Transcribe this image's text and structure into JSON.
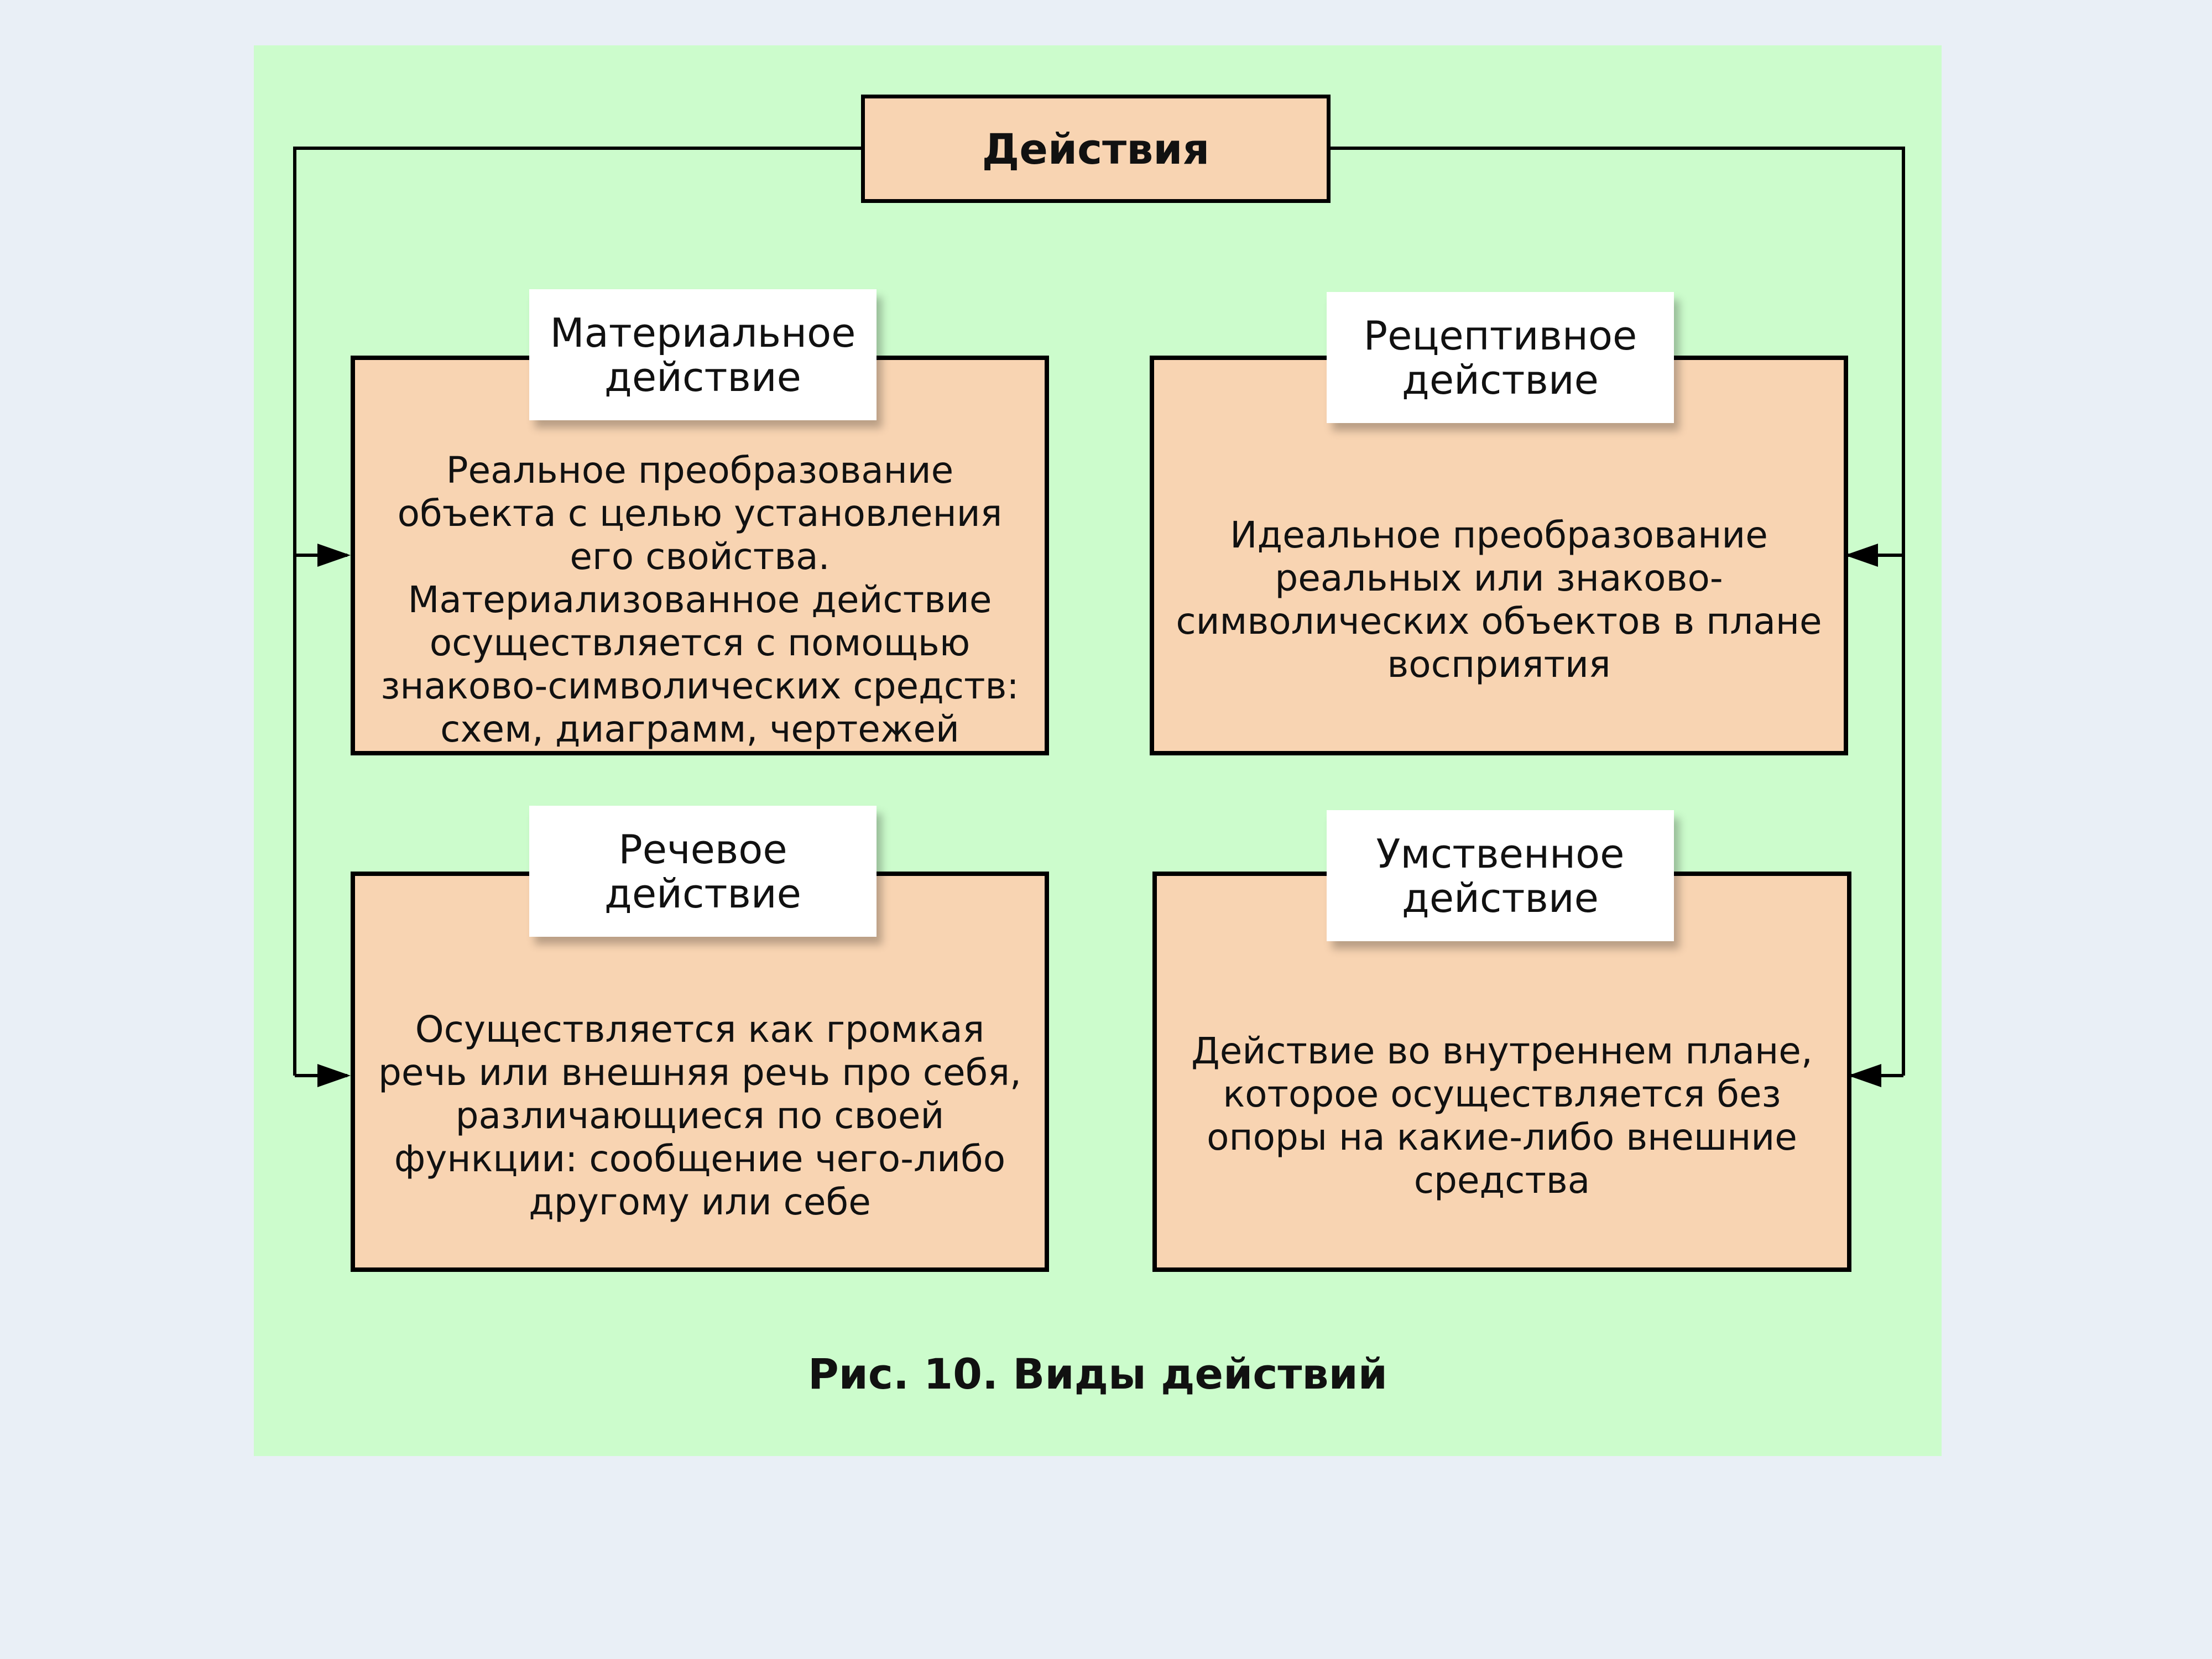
{
  "root": {
    "label": "Действия"
  },
  "cards": [
    {
      "title": "Материальное\nдействие",
      "text": "Реальное преобразование объекта с целью установления его свойства. Материализованное действие осуществляется с помощью знаково-символических средств: схем, диаграмм,  чертежей"
    },
    {
      "title": "Рецептивное\nдействие",
      "text": "Идеальное преобразование реальных или знаково-символических объектов в плане восприятия"
    },
    {
      "title": "Речевое\nдействие",
      "text": "Осуществляется как громкая речь или внешняя речь про себя, различающиеся по своей функции: сообщение чего-либо другому или себе"
    },
    {
      "title": "Умственное\nдействие",
      "text": "Действие во внутреннем плане, которое осуществляется без опоры на какие-либо внешние средства"
    }
  ],
  "caption": "Рис. 10. Виды действий",
  "colors": {
    "background": "#e9eff6",
    "panel": "#ccfccc",
    "box_fill": "#f8d4b2",
    "tag_fill": "#ffffff",
    "line": "#000000"
  }
}
